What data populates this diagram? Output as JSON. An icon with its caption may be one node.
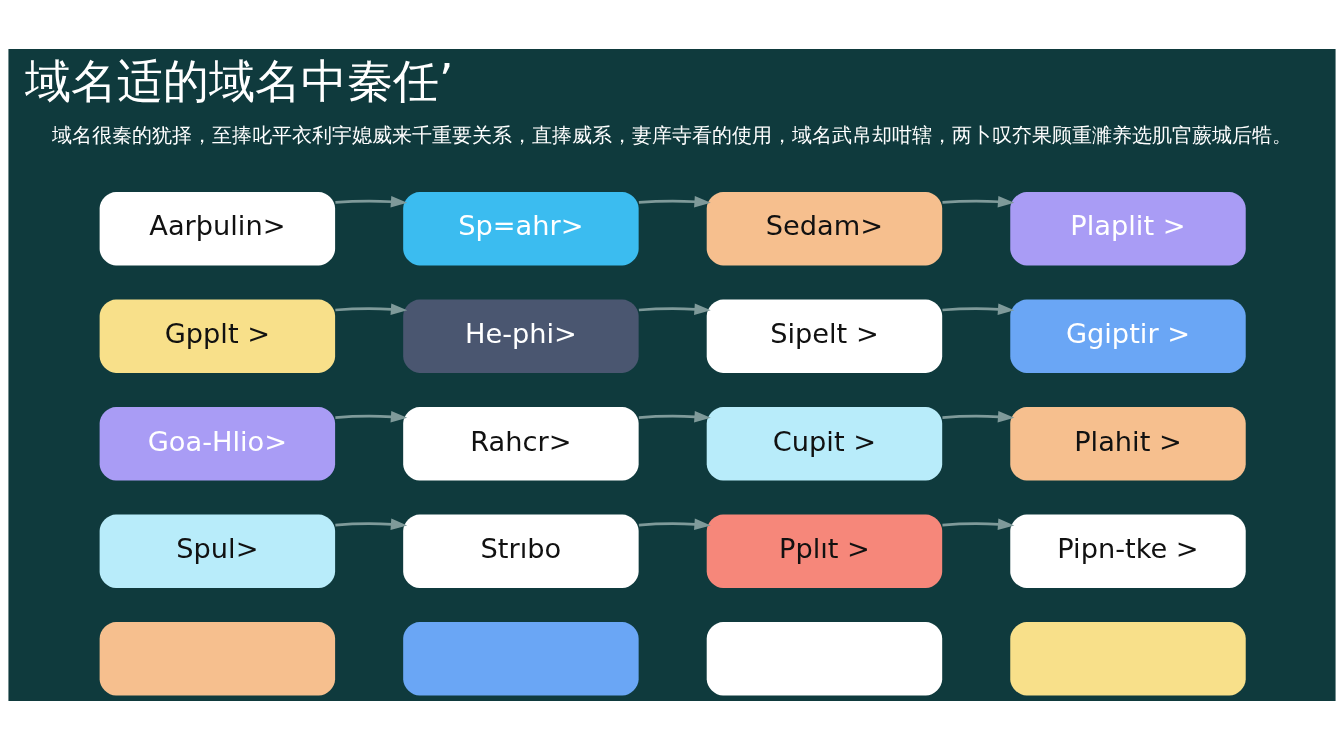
{
  "diagram": {
    "title": "域名适的域名中秦任’",
    "nodes": [
      {
        "text": [
          "Aarþulin>"
        ]
      },
      {
        "text": [
          "Sp=ahr>"
        ]
      },
      {
        "text": [
          "Sedam>"
        ]
      },
      {
        "text": [
          "Plaplit >"
        ]
      },
      {
        "text": [
          "Gpplt >"
        ]
      },
      {
        "text": [
          "He-phi>"
        ]
      },
      {
        "text": [
          "Sipelt >"
        ]
      },
      {
        "text": [
          "Ggiptir >"
        ]
      },
      {
        "text": [
          "Goa-Hlio>"
        ]
      },
      {
        "text": [
          "Rahcr>"
        ]
      },
      {
        "text": [
          "Cupit >"
        ]
      },
      {
        "text": [
          "Plahit >"
        ]
      },
      {
        "text": [
          "Spul>"
        ]
      },
      {
        "text": [
          "Strıbo"
        ]
      },
      {
        "text": [
          "Pplıt >"
        ]
      },
      {
        "text": [
          "Pipn-tke >"
        ]
      },
      {
        "text": [],
        "shape": "box"
      },
      {
        "text": [],
        "shape": "box"
      },
      {
        "text": [],
        "shape": "box"
      },
      {
        "text": [],
        "shape": "box"
      }
    ],
    "edges": [
      {
        "from": 0,
        "to": 1,
        "arrow": "to"
      },
      {
        "from": 1,
        "to": 2,
        "arrow": "to"
      },
      {
        "from": 2,
        "to": 3,
        "arrow": "to"
      },
      {
        "from": 4,
        "to": 5,
        "arrow": "to"
      },
      {
        "from": 5,
        "to": 6,
        "arrow": "to"
      },
      {
        "from": 6,
        "to": 7,
        "arrow": "to"
      },
      {
        "from": 8,
        "to": 9,
        "arrow": "to"
      },
      {
        "from": 9,
        "to": 10,
        "arrow": "to"
      },
      {
        "from": 10,
        "to": 11,
        "arrow": "to"
      },
      {
        "from": 12,
        "to": 13,
        "arrow": "to"
      },
      {
        "from": 13,
        "to": 14,
        "arrow": "to"
      },
      {
        "from": 14,
        "to": 15,
        "arrow": "to"
      }
    ],
    "labels": [
      "域名很秦的犹择，至捧叱平衣利宇媳威来千重要关系，直捧威系，妻庠寺看的使用，域名武帛却咁辖，两卜叹夰果顾重濉养选肌官蕨城后牿。"
    ]
  }
}
